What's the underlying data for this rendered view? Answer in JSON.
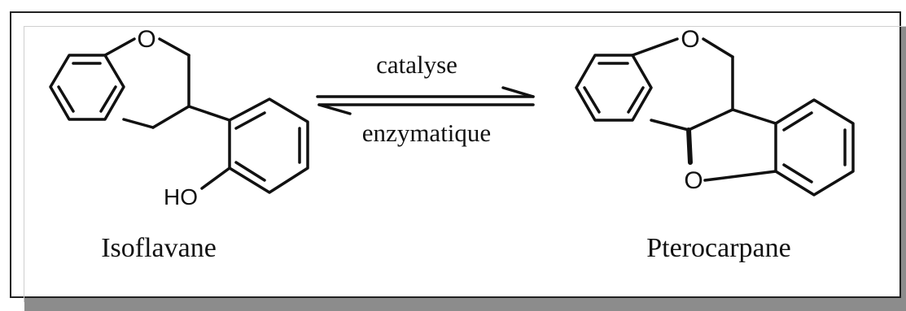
{
  "reaction": {
    "reactant": {
      "name": "Isoflavane",
      "o_label": "O",
      "ho_label": "HO"
    },
    "product": {
      "name": "Pterocarpane",
      "o_top_label": "O",
      "o_bottom_label": "O"
    },
    "arrow": {
      "top_label": "catalyse",
      "bottom_label": "enzymatique",
      "type": "equilibrium"
    }
  }
}
